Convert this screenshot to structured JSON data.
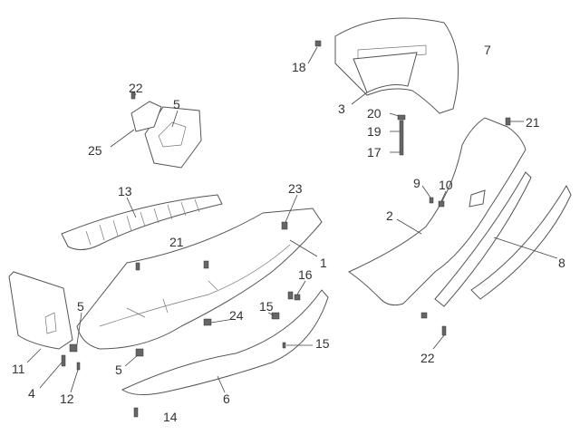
{
  "diagram": {
    "labels": [
      "7",
      "18",
      "3",
      "20",
      "19",
      "17",
      "21",
      "22",
      "5",
      "25",
      "13",
      "23",
      "9",
      "10",
      "2",
      "8",
      "21",
      "1",
      "16",
      "15",
      "5",
      "24",
      "11",
      "4",
      "12",
      "5",
      "15",
      "6",
      "14",
      "22"
    ]
  }
}
